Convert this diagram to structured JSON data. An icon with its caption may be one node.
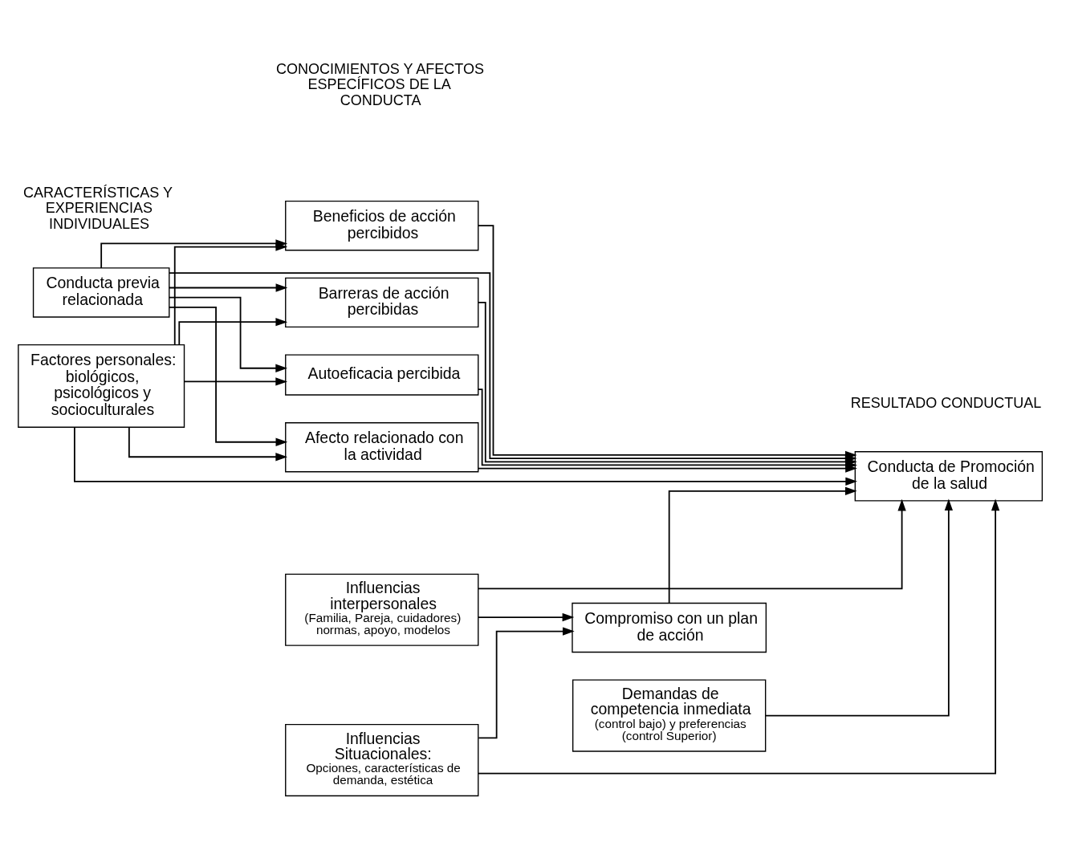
{
  "diagram": {
    "nodes": [
      {
        "text": [
          "Conducta previa relacionada"
        ]
      },
      {
        "text": [
          "Factores personales: biológicos, psicológicos y socioculturales"
        ]
      },
      {
        "text": [
          "Beneficios de acción percibidos"
        ]
      },
      {
        "text": [
          "Barreras de acción percibidas"
        ]
      },
      {
        "text": [
          "Autoeficacia percibida"
        ]
      },
      {
        "text": [
          "Afecto relacionado con la actividad"
        ]
      },
      {
        "text": [
          "Influencias interpersonales",
          "(Familia, Pareja, cuidadores) normas, apoyo, modelos"
        ]
      },
      {
        "text": [
          "Influencias Situacionales:",
          "Opciones, características de demanda, estética"
        ]
      },
      {
        "text": [
          "Demandas de competencia inmediata",
          "(control bajo) y preferencias (control Superior)"
        ]
      },
      {
        "text": [
          "Compromiso con un plan de acción"
        ]
      },
      {
        "text": [
          "Conducta de Promoción de la salud"
        ]
      }
    ],
    "edges": [
      {
        "from": 0,
        "to": 2,
        "arrow": "to"
      },
      {
        "from": 0,
        "to": 3,
        "arrow": "to"
      },
      {
        "from": 0,
        "to": 4,
        "arrow": "to"
      },
      {
        "from": 0,
        "to": 5,
        "arrow": "to"
      },
      {
        "from": 0,
        "to": 10,
        "arrow": "to"
      },
      {
        "from": 1,
        "to": 2,
        "arrow": "to"
      },
      {
        "from": 1,
        "to": 3,
        "arrow": "to"
      },
      {
        "from": 1,
        "to": 4,
        "arrow": "to"
      },
      {
        "from": 1,
        "to": 5,
        "arrow": "to"
      },
      {
        "from": 1,
        "to": 10,
        "arrow": "to"
      },
      {
        "from": 2,
        "to": 10,
        "arrow": "to"
      },
      {
        "from": 3,
        "to": 10,
        "arrow": "to"
      },
      {
        "from": 4,
        "to": 10,
        "arrow": "to"
      },
      {
        "from": 5,
        "to": 10,
        "arrow": "to"
      },
      {
        "from": 6,
        "to": 9,
        "arrow": "to"
      },
      {
        "from": 7,
        "to": 9,
        "arrow": "to"
      },
      {
        "from": 6,
        "to": 10,
        "arrow": "to"
      },
      {
        "from": 7,
        "to": 10,
        "arrow": "to"
      },
      {
        "from": 8,
        "to": 10,
        "arrow": "to"
      },
      {
        "from": 9,
        "to": 10,
        "arrow": "to"
      }
    ],
    "labels": [
      "CARACTERÍSTICAS Y EXPERIENCIAS INDIVIDUALES",
      "CONOCIMIENTOS Y AFECTOS ESPECÍFICOS DE LA CONDUCTA",
      "RESULTADO CONDUCTUAL"
    ]
  }
}
